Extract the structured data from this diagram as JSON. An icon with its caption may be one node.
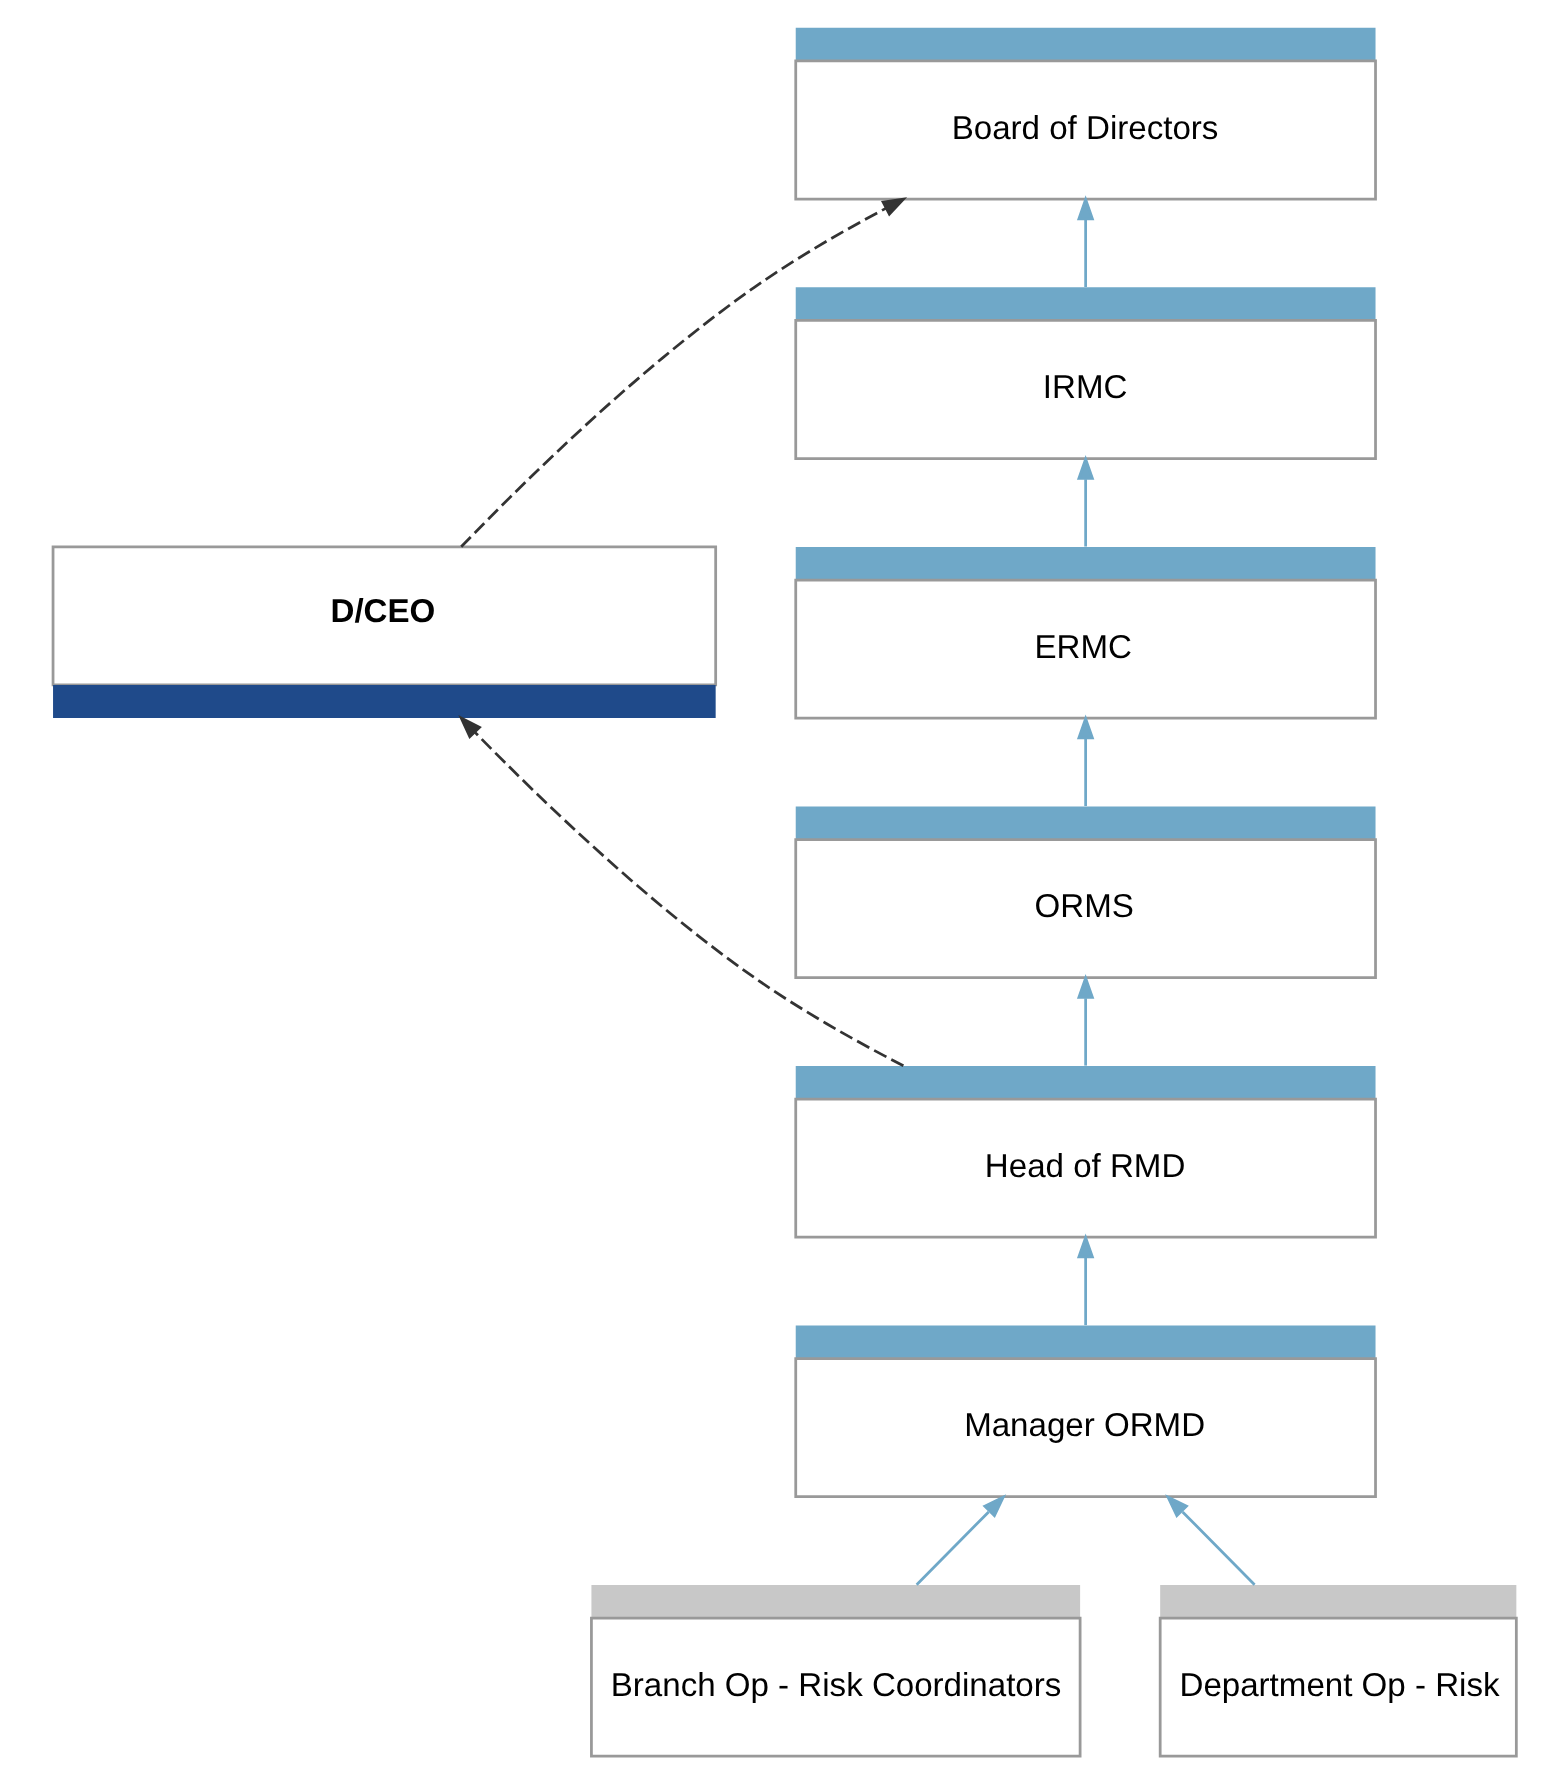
{
  "diagram": {
    "nodes": [
      {
        "text": [
          "Board of Directors"
        ]
      },
      {
        "text": [
          "D/CEO"
        ]
      },
      {
        "text": [
          "IRMC"
        ]
      },
      {
        "text": [
          "ERMC"
        ]
      },
      {
        "text": [
          "ORMS"
        ]
      },
      {
        "text": [
          "Head of RMD"
        ]
      },
      {
        "text": [
          "Manager ORMD"
        ]
      },
      {
        "text": [
          "Branch Op - Risk Coordinators"
        ]
      },
      {
        "text": [
          "Department Op - Risk"
        ]
      }
    ],
    "edges": [
      {
        "from": 1,
        "to": 0,
        "arrow": "to",
        "style": "dashed",
        "color": "#333333"
      },
      {
        "from": 5,
        "to": 1,
        "arrow": "to",
        "style": "dashed",
        "color": "#333333"
      },
      {
        "from": 2,
        "to": 0,
        "arrow": "to"
      },
      {
        "from": 3,
        "to": 2,
        "arrow": "to"
      },
      {
        "from": 4,
        "to": 3,
        "arrow": "to"
      },
      {
        "from": 5,
        "to": 4,
        "arrow": "to"
      },
      {
        "from": 6,
        "to": 5,
        "arrow": "to"
      },
      {
        "from": 7,
        "to": 6,
        "arrow": "to"
      },
      {
        "from": 8,
        "to": 6,
        "arrow": "to"
      }
    ]
  }
}
